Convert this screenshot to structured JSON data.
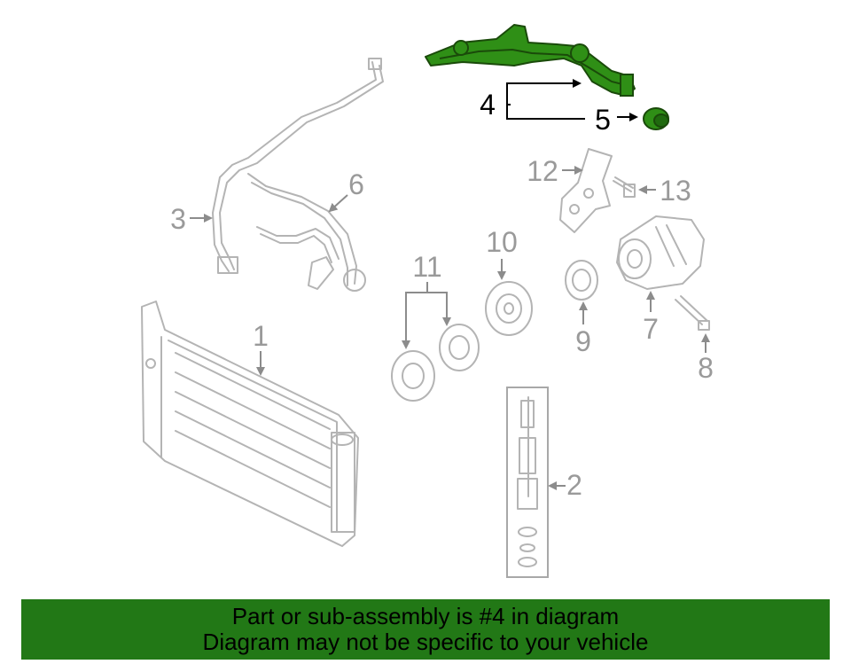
{
  "diagram": {
    "highlight_color": "#227816",
    "highlighted_part": "4",
    "callouts": {
      "c1": "1",
      "c2": "2",
      "c3": "3",
      "c4": "4",
      "c5": "5",
      "c6": "6",
      "c7": "7",
      "c8": "8",
      "c9": "9",
      "c10": "10",
      "c11": "11",
      "c12": "12",
      "c13": "13"
    }
  },
  "banner": {
    "line1": "Part or sub-assembly is #4 in diagram",
    "line2": "Diagram may not be specific to your vehicle",
    "background": "#227816"
  }
}
